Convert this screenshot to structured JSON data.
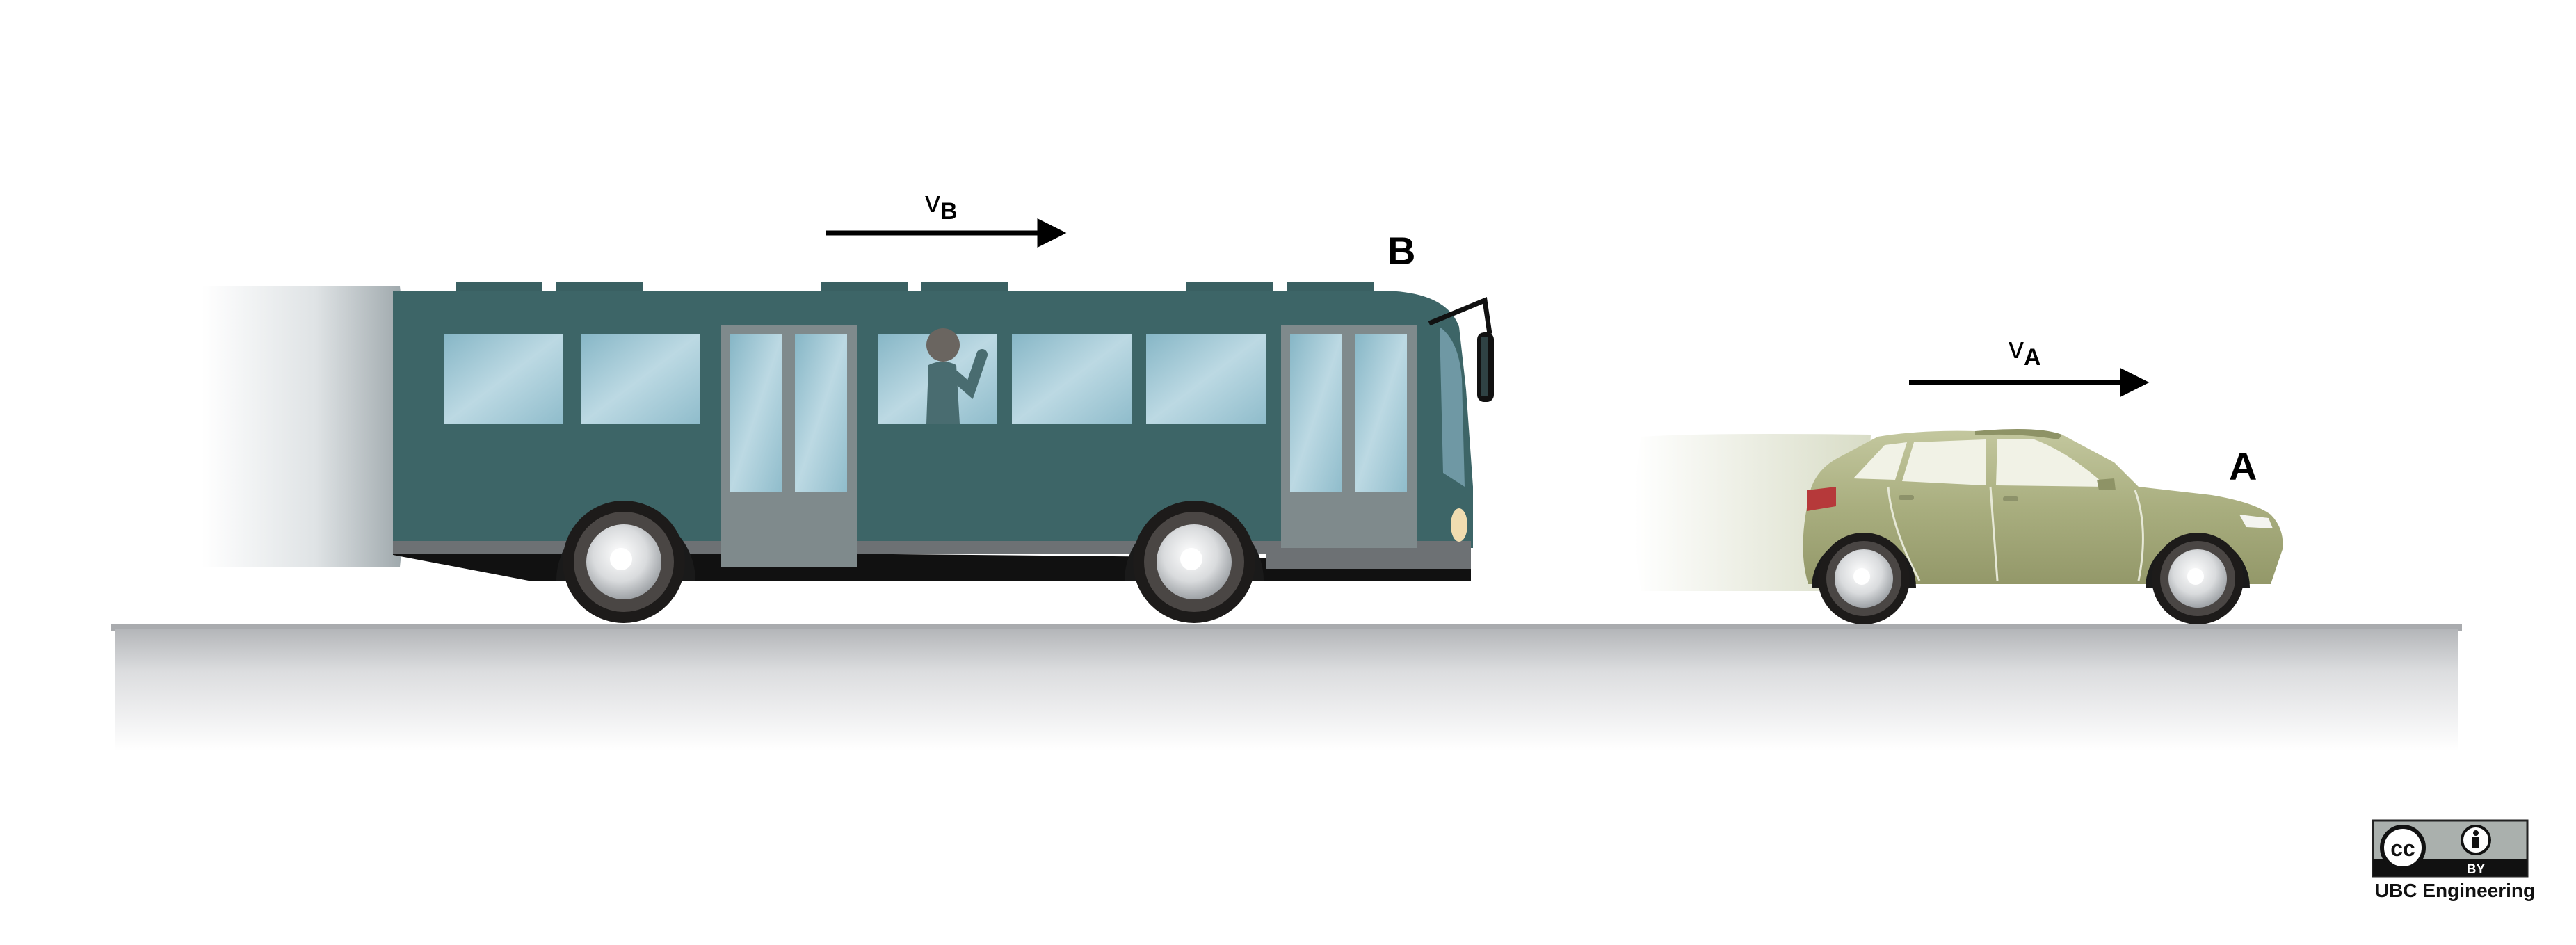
{
  "diagram": {
    "bus": {
      "label": "B",
      "velocity_symbol": "v",
      "velocity_subscript": "B"
    },
    "car": {
      "label": "A",
      "velocity_symbol": "v",
      "velocity_subscript": "A"
    }
  },
  "license": {
    "badge_cc": "cc",
    "badge_by": "BY",
    "credit": "UBC Engineering"
  },
  "colors": {
    "bus_body": "#3d6567",
    "bus_window": "#9cc6d4",
    "car_body": "#a7ad7c",
    "road": "#c8c9cb",
    "tail_light": "#b6393a"
  }
}
